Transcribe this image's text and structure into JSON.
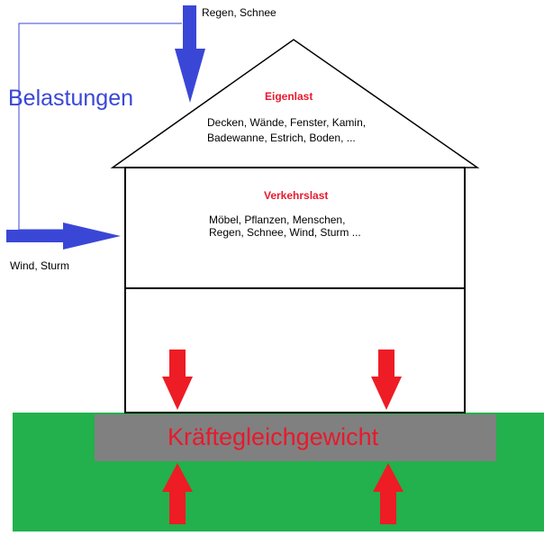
{
  "colors": {
    "arrow_blue": "#3a47d6",
    "arrow_red": "#ee1c24",
    "ground_green": "#22b14c",
    "foundation_gray": "#808080",
    "text_red": "#e8192c",
    "line_black": "#000000"
  },
  "labels": {
    "belastungen": "Belastungen",
    "regen_schnee": "Regen, Schnee",
    "wind_sturm": "Wind, Sturm",
    "eigenlast_title": "Eigenlast",
    "eigenlast_line1": "Decken, Wände, Fenster, Kamin,",
    "eigenlast_line2": "Badewanne, Estrich, Boden, ...",
    "verkehrslast_title": "Verkehrslast",
    "verkehrslast_line1": "Möbel, Pflanzen, Menschen,",
    "verkehrslast_line2": "Regen, Schnee, Wind, Sturm ...",
    "kraefte": "Kräftegleichgewicht"
  },
  "icons": {
    "rain_arrow": "arrow-down",
    "wind_arrow": "arrow-right",
    "down_arrows": "arrow-down",
    "up_arrows": "arrow-up"
  }
}
